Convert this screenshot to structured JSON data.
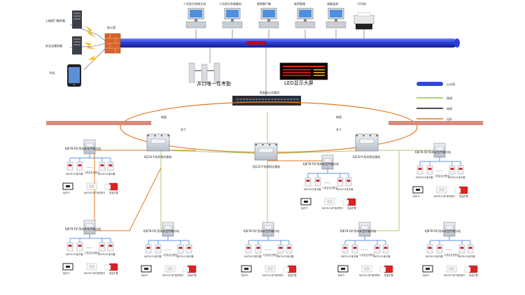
{
  "colors": {
    "backbone": "#3048d8",
    "fiber": "#e07a20",
    "netline": "#8cc850",
    "power": "#111111",
    "bus": "#a9ce6a",
    "redbar": "#d98a7a",
    "firewall": "#d8642a"
  },
  "left_devices": [
    {
      "label": "上级部门服务器",
      "icon": "server-icon"
    },
    {
      "label": "安全云服务器",
      "icon": "server-icon"
    },
    {
      "label": "手机",
      "icon": "smartphone-icon"
    }
  ],
  "firewall_label": "防火墙",
  "top_devices": [
    {
      "label": "人员定位系统主机",
      "icon": "workstation-icon"
    },
    {
      "label": "人员定位系统备机",
      "icon": "workstation-icon"
    },
    {
      "label": "视频客户端",
      "icon": "workstation-icon"
    },
    {
      "label": "收资管理",
      "icon": "workstation-icon"
    },
    {
      "label": "调度监测",
      "icon": "workstation-icon"
    },
    {
      "label": "打印机",
      "icon": "printer-icon"
    }
  ],
  "backbone_label": "以太网",
  "turnstile_label": "井口唯一性考勤",
  "led_label": "LED显示大屏",
  "core_switch_label": "地面核心交换机",
  "ring_labels": {
    "left": "地面",
    "right": "地面",
    "under_left": "井下",
    "under_right": "井下"
  },
  "legend": [
    {
      "label": "以太网",
      "type": "backbone"
    },
    {
      "label": "网线",
      "type": "netline"
    },
    {
      "label": "电线",
      "type": "power"
    },
    {
      "label": "光纤",
      "type": "fiber"
    }
  ],
  "ring_switches": [
    {
      "label": "KJ124千兆环网交换机"
    },
    {
      "label": "KJ124千兆环网交换机"
    },
    {
      "label": "KJ124千兆环网交换机"
    }
  ],
  "station_label": "KJ678-F矿用本安型传输分站",
  "reader_label": "KJ678-D1读卡器",
  "card_caption": "人员定位识别卡",
  "card_label": "标识卡",
  "kj_label": "KJ678-K1矿用识别卡",
  "tag_label": "信息扩展",
  "dots": "......"
}
